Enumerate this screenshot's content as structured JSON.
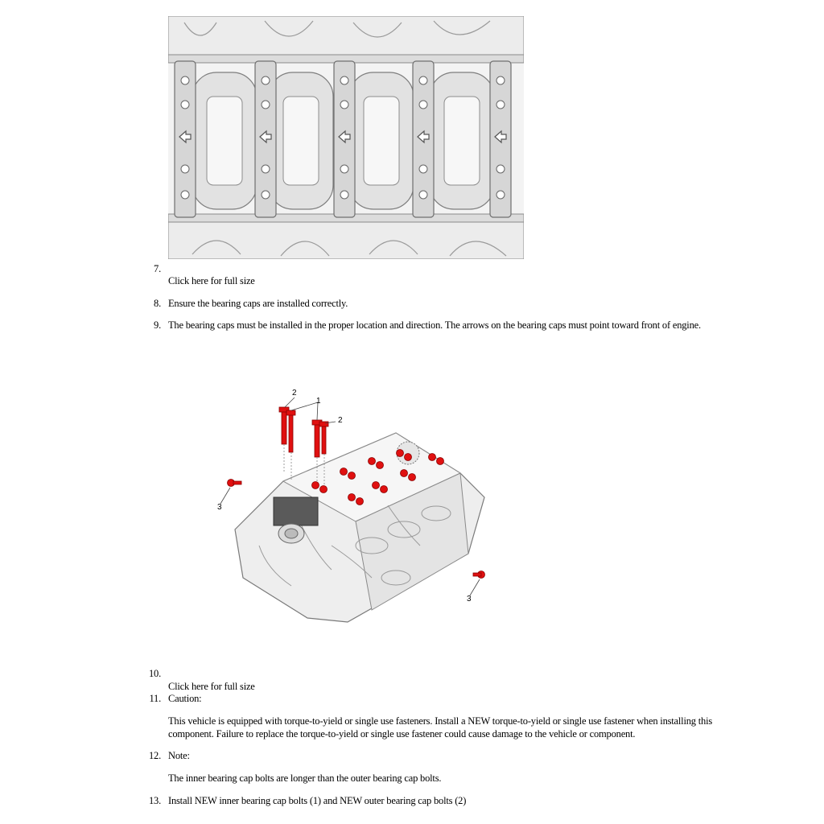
{
  "steps": {
    "s7": {
      "number": "7.",
      "link": "Click here for full size"
    },
    "s8": {
      "number": "8.",
      "text": "Ensure the bearing caps are installed correctly."
    },
    "s9": {
      "number": "9.",
      "text": "The bearing caps must be installed in the proper location and direction. The arrows on the bearing caps must point toward front of engine."
    },
    "s10": {
      "number": "10.",
      "link": "Click here for full size"
    },
    "s11": {
      "number": "11.",
      "label": "Caution:",
      "line1": "This vehicle is equipped with torque-to-yield or single use fasteners. Install a NEW torque-to-yield or single use fastener when installing this",
      "line2": "component. Failure to replace the torque-to-yield or single use fastener could cause damage to the vehicle or component."
    },
    "s12": {
      "number": "12.",
      "label": "Note:",
      "text": "The inner bearing cap bolts are longer than the outer bearing cap bolts."
    },
    "s13": {
      "number": "13.",
      "text": "Install NEW inner bearing cap bolts (1) and NEW outer bearing cap bolts (2)"
    }
  },
  "figure2": {
    "callouts": {
      "c1": "1",
      "c2a": "2",
      "c2b": "2",
      "c3a": "3",
      "c3b": "3"
    }
  }
}
